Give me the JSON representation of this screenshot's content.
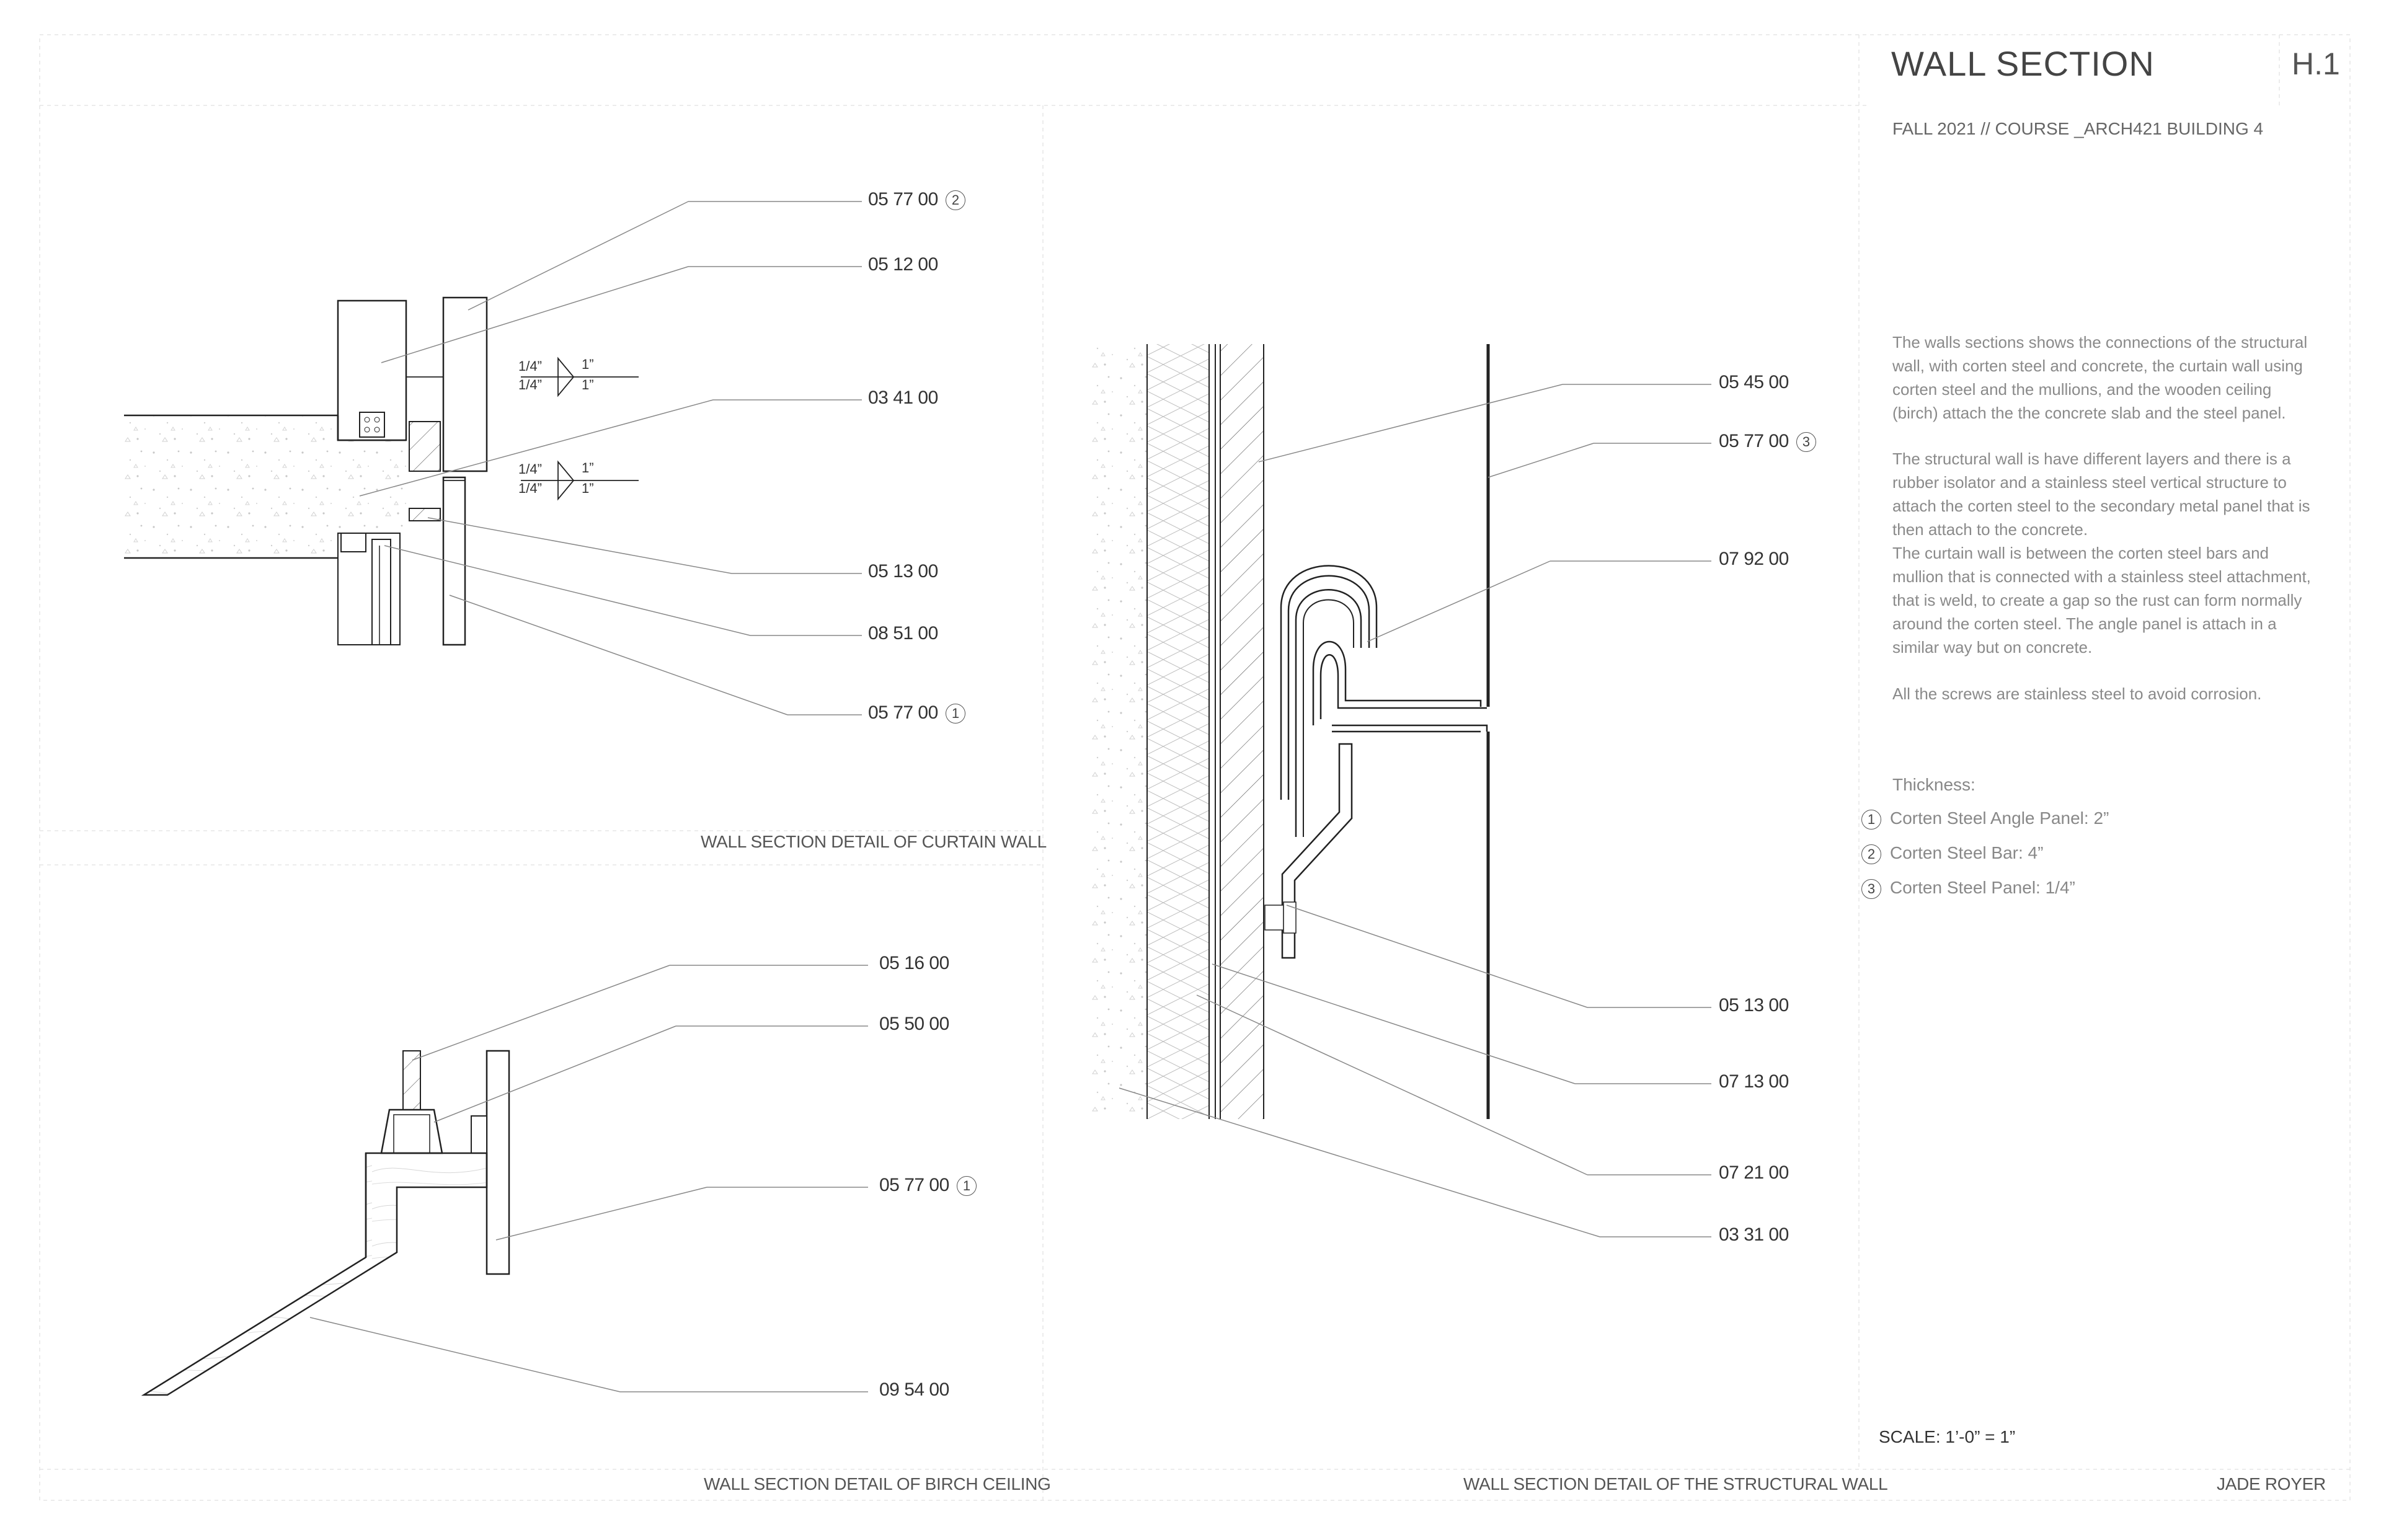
{
  "header": {
    "title": "WALL SECTION",
    "sheet_number": "H.1",
    "subtitle": "FALL 2021  //  COURSE _ARCH421 BUILDING 4"
  },
  "description": {
    "p1": "The walls sections shows the connections of the structural wall, with corten steel and concrete, the curtain wall using corten steel and the mullions, and the wooden ceiling (birch) attach the the concrete slab and the steel panel.",
    "p2": "The structural wall is have different layers and there is a rubber isolator and a stainless steel vertical structure to attach the corten steel to the secondary metal panel that is then attach to the concrete.",
    "p3": "The curtain wall is between the corten steel bars and mullion that is connected with a stainless steel attachment, that is weld, to create a gap so the rust can form normally around the corten steel. The angle panel is attach in a similar way but on concrete.",
    "p4": "All the screws are stainless steel to avoid corrosion."
  },
  "thickness": {
    "heading": "Thickness:",
    "items": [
      {
        "num": "1",
        "text": "Corten Steel Angle Panel: 2”"
      },
      {
        "num": "2",
        "text": "Corten Steel Bar: 4”"
      },
      {
        "num": "3",
        "text": "Corten Steel Panel: 1/4”"
      }
    ]
  },
  "scale": "SCALE: 1’-0” = 1”",
  "author": "JADE ROYER",
  "curtain_wall": {
    "caption": "WALL SECTION DETAIL OF CURTAIN WALL",
    "labels": [
      {
        "code": "05 77 00",
        "num": "2"
      },
      {
        "code": "05 12 00",
        "num": ""
      },
      {
        "code": "03 41 00",
        "num": ""
      },
      {
        "code": "05 13 00",
        "num": ""
      },
      {
        "code": "08 51 00",
        "num": ""
      },
      {
        "code": "05 77 00",
        "num": "1"
      }
    ],
    "dims": {
      "quarter": "1/4”",
      "one": "1”"
    }
  },
  "birch_ceiling": {
    "caption": "WALL SECTION DETAIL OF BIRCH CEILING",
    "labels": [
      {
        "code": "05 16 00",
        "num": ""
      },
      {
        "code": "05 50 00",
        "num": ""
      },
      {
        "code": "05 77 00",
        "num": "1"
      },
      {
        "code": "09 54 00",
        "num": ""
      }
    ]
  },
  "structural_wall": {
    "caption": "WALL SECTION DETAIL OF THE STRUCTURAL WALL",
    "labels": [
      {
        "code": "05 45 00",
        "num": ""
      },
      {
        "code": "05 77 00",
        "num": "3"
      },
      {
        "code": "07 92 00",
        "num": ""
      },
      {
        "code": "05 13 00",
        "num": ""
      },
      {
        "code": "07 13 00",
        "num": ""
      },
      {
        "code": "07 21 00",
        "num": ""
      },
      {
        "code": "03 31 00",
        "num": ""
      }
    ]
  }
}
